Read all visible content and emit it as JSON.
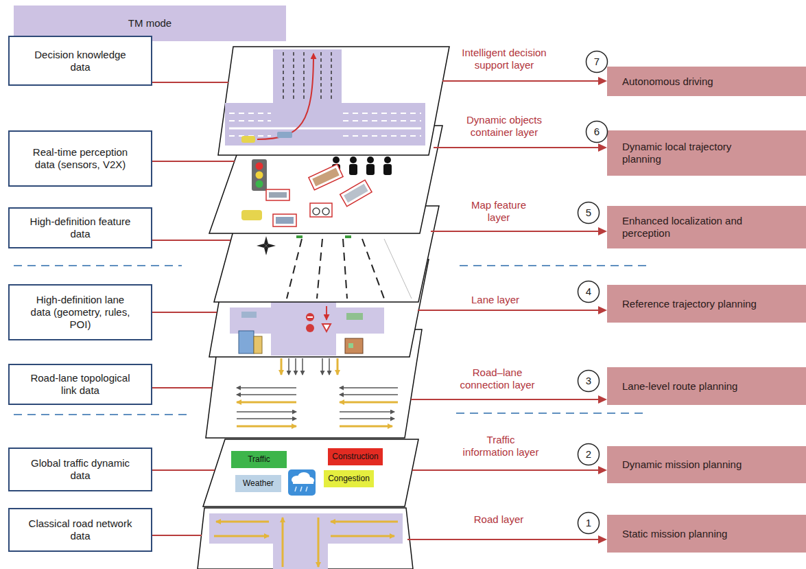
{
  "diagram": {
    "nodes": [
      {
        "text": [
          "TM mode"
        ]
      },
      {
        "text": [
          "Decision knowledge data"
        ]
      },
      {
        "text": [
          "7"
        ]
      },
      {
        "text": [
          "Autonomous driving"
        ]
      },
      {
        "text": [
          "Real-time perception data (sensors, V2X)"
        ]
      },
      {
        "text": [
          "6"
        ]
      },
      {
        "text": [
          "Dynamic local trajectory planning"
        ]
      },
      {
        "text": [
          "High-definition feature data"
        ]
      },
      {
        "text": [
          "5"
        ]
      },
      {
        "text": [
          "Enhanced localization and perception"
        ]
      },
      {
        "text": [
          "High-definition lane data (geometry, rules, POI)"
        ]
      },
      {
        "text": [
          "4"
        ]
      },
      {
        "text": [
          "Reference trajectory planning"
        ]
      },
      {
        "text": [
          "Road-lane topological link data"
        ]
      },
      {
        "text": [
          "3"
        ]
      },
      {
        "text": [
          "Lane-level route planning"
        ]
      },
      {
        "text": [
          "Global traffic dynamic data"
        ]
      },
      {
        "text": [
          "2"
        ]
      },
      {
        "text": [
          "Dynamic mission planning"
        ]
      },
      {
        "text": [
          "Traffic"
        ]
      },
      {
        "text": [
          "Construction"
        ]
      },
      {
        "text": [
          "Weather"
        ]
      },
      {
        "text": [
          "Congestion"
        ]
      },
      {
        "text": [
          "Classical road network data"
        ]
      },
      {
        "text": [
          "1"
        ]
      },
      {
        "text": [
          "Static mission planning"
        ]
      }
    ],
    "labels": [
      "Intelligent decision support layer",
      "Dynamic objects container layer",
      "Map feature layer",
      "Lane layer",
      "Road–lane connection layer",
      "Traffic information layer",
      "Road layer"
    ]
  }
}
